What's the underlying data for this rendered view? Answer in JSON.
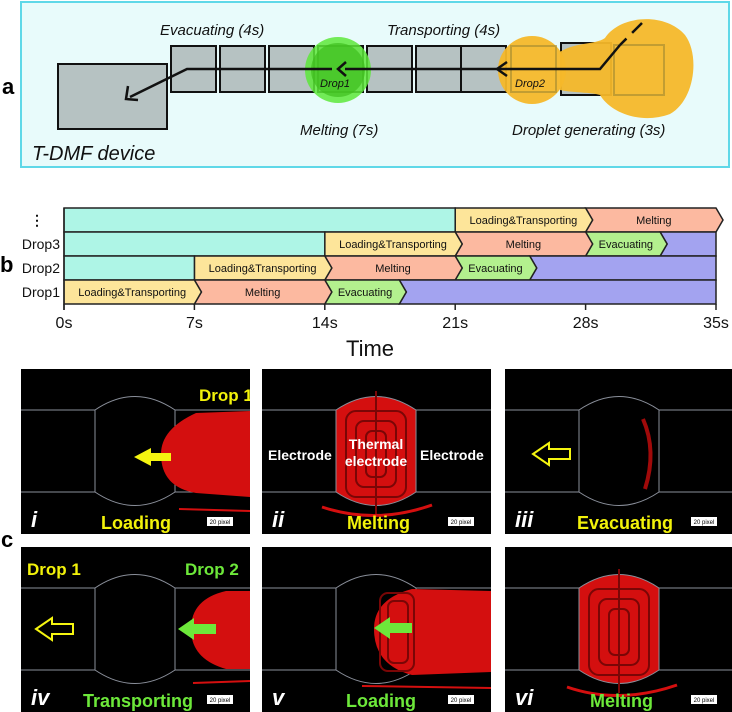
{
  "panels": {
    "a": {
      "letter": "a",
      "device_label": "T-DMF device",
      "labels": {
        "evacuating": "Evacuating (4s)",
        "transporting": "Transporting (4s)",
        "melting": "Melting (7s)",
        "generating": "Droplet generating (3s)"
      },
      "drops": [
        "Drop1",
        "Drop2"
      ],
      "colors": {
        "background": "#e8fbfb",
        "border": "#5fd8e8",
        "electrode": "#b6c2c2",
        "drop1": "#4cd22a",
        "drop2": "#f5b82a"
      }
    },
    "b": {
      "letter": "b",
      "xlabel": "Time",
      "rows": [
        "⋮",
        "Drop3",
        "Drop2",
        "Drop1"
      ]
    },
    "c": {
      "letter": "c",
      "images": [
        {
          "numeral": "i",
          "caption": "Loading",
          "caption_color": "#f2f20a",
          "top_label": "Drop 1",
          "top_label_color": "#f2f20a",
          "scale": "20 pixel"
        },
        {
          "numeral": "ii",
          "caption": "Melting",
          "caption_color": "#f2f20a",
          "left_label": "Electrode",
          "center_label_1": "Thermal",
          "center_label_2": "electrode",
          "right_label": "Electrode",
          "scale": "20 pixel"
        },
        {
          "numeral": "iii",
          "caption": "Evacuating",
          "caption_color": "#f2f20a",
          "scale": "20 pixel"
        },
        {
          "numeral": "iv",
          "caption": "Transporting",
          "caption_color": "#6de83a",
          "left_top_label": "Drop 1",
          "right_top_label": "Drop 2",
          "scale": "20 pixel"
        },
        {
          "numeral": "v",
          "caption": "Loading",
          "caption_color": "#6de83a",
          "scale": "20 pixel"
        },
        {
          "numeral": "vi",
          "caption": "Melting",
          "caption_color": "#6de83a",
          "scale": "20 pixel"
        }
      ]
    }
  },
  "chart_data": {
    "type": "gantt",
    "title": "",
    "xlabel": "Time",
    "ylabel": "",
    "xlim": [
      0,
      35
    ],
    "x_ticks": [
      "0s",
      "7s",
      "14s",
      "21s",
      "28s",
      "35s"
    ],
    "x_tick_values": [
      0,
      7,
      14,
      21,
      28,
      35
    ],
    "rows": [
      "⋮",
      "Drop3",
      "Drop2",
      "Drop1"
    ],
    "phase_colors": {
      "Idle": "#aef5e6",
      "Loading&Transporting": "#fde59a",
      "Melting": "#fcb9a0",
      "Evacuating": "#b3f08e",
      "Done": "#a3a3f0"
    },
    "series": [
      {
        "name": "⋮",
        "segments": [
          {
            "phase": "Idle",
            "label": "",
            "start": 0,
            "end": 21
          },
          {
            "phase": "Loading&Transporting",
            "label": "Loading&Transporting",
            "start": 21,
            "end": 28
          },
          {
            "phase": "Melting",
            "label": "Melting",
            "start": 28,
            "end": 35
          }
        ]
      },
      {
        "name": "Drop3",
        "segments": [
          {
            "phase": "Idle",
            "label": "",
            "start": 0,
            "end": 14
          },
          {
            "phase": "Loading&Transporting",
            "label": "Loading&Transporting",
            "start": 14,
            "end": 21
          },
          {
            "phase": "Melting",
            "label": "Melting",
            "start": 21,
            "end": 28
          },
          {
            "phase": "Evacuating",
            "label": "Evacuating",
            "start": 28,
            "end": 32
          },
          {
            "phase": "Done",
            "label": "",
            "start": 32,
            "end": 35
          }
        ]
      },
      {
        "name": "Drop2",
        "segments": [
          {
            "phase": "Idle",
            "label": "",
            "start": 0,
            "end": 7
          },
          {
            "phase": "Loading&Transporting",
            "label": "Loading&Transporting",
            "start": 7,
            "end": 14
          },
          {
            "phase": "Melting",
            "label": "Melting",
            "start": 14,
            "end": 21
          },
          {
            "phase": "Evacuating",
            "label": "Evacuating",
            "start": 21,
            "end": 25
          },
          {
            "phase": "Done",
            "label": "",
            "start": 25,
            "end": 35
          }
        ]
      },
      {
        "name": "Drop1",
        "segments": [
          {
            "phase": "Loading&Transporting",
            "label": "Loading&Transporting",
            "start": 0,
            "end": 7
          },
          {
            "phase": "Melting",
            "label": "Melting",
            "start": 7,
            "end": 14
          },
          {
            "phase": "Evacuating",
            "label": "Evacuating",
            "start": 14,
            "end": 18
          },
          {
            "phase": "Done",
            "label": "",
            "start": 18,
            "end": 35
          }
        ]
      }
    ]
  }
}
